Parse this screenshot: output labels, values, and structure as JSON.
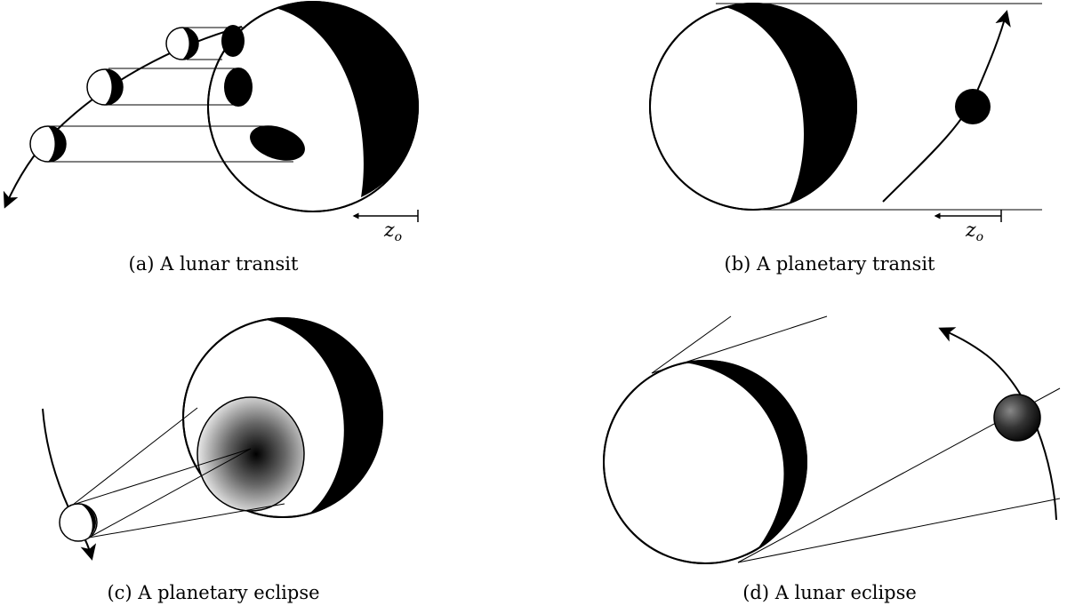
{
  "colors": {
    "ink": "#000000",
    "paper": "#ffffff"
  },
  "panels": [
    {
      "id": "a",
      "caption": "(a) A lunar transit",
      "axis_symbol": "z",
      "axis_subscript": "o"
    },
    {
      "id": "b",
      "caption": "(b) A planetary transit",
      "axis_symbol": "z",
      "axis_subscript": "o"
    },
    {
      "id": "c",
      "caption": "(c) A planetary eclipse"
    },
    {
      "id": "d",
      "caption": "(d) A lunar eclipse"
    }
  ]
}
